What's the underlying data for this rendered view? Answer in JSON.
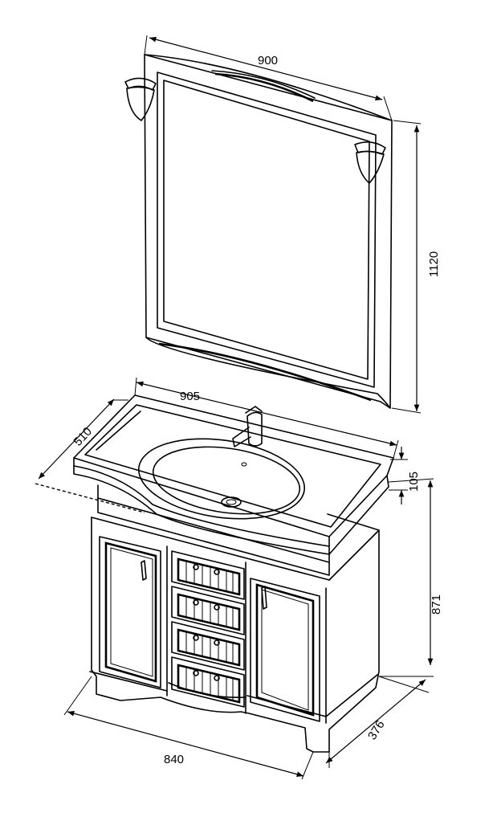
{
  "dimensions": {
    "mirror_width": "900",
    "mirror_height": "1120",
    "sink_width": "905",
    "sink_depth": "510",
    "sink_thickness": "105",
    "cabinet_height": "871",
    "cabinet_width": "840",
    "cabinet_depth": "376"
  },
  "colors": {
    "line": "#000000",
    "background": "#ffffff"
  }
}
